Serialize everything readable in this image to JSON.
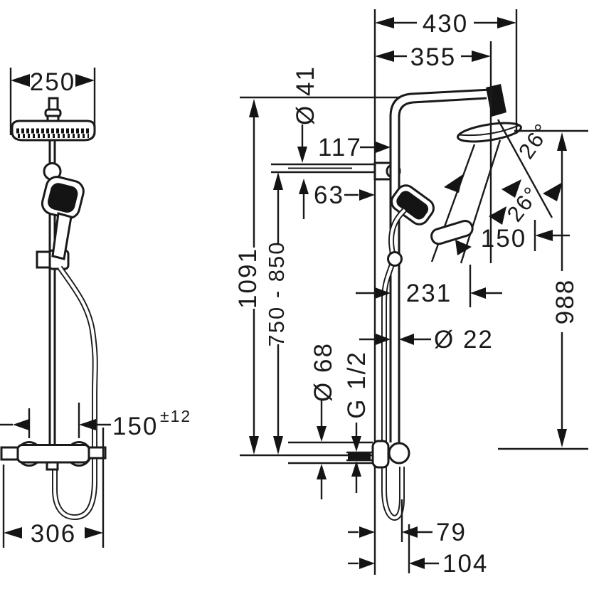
{
  "drawing": {
    "type": "technical-dimension-drawing",
    "line_color": "#1a1a1a",
    "background": "#ffffff"
  },
  "labels": {
    "front_head_width": "250",
    "front_conn_distance": "150",
    "front_conn_tol": "±12",
    "front_width": "306",
    "side_reach": "430",
    "side_reach_center": "355",
    "side_bracket_dia": "Ø 41",
    "side_117": "117",
    "side_63": "63",
    "side_height_total": "1091",
    "side_height_range": "750 - 850",
    "side_angle_1": "26°",
    "side_angle_2": "26°",
    "side_150": "150",
    "side_231": "231",
    "side_pipe_dia": "Ø 22",
    "side_valve_dia": "Ø 68",
    "side_thread": "G 1/2",
    "side_height_988": "988",
    "side_79": "79",
    "side_104": "104"
  }
}
